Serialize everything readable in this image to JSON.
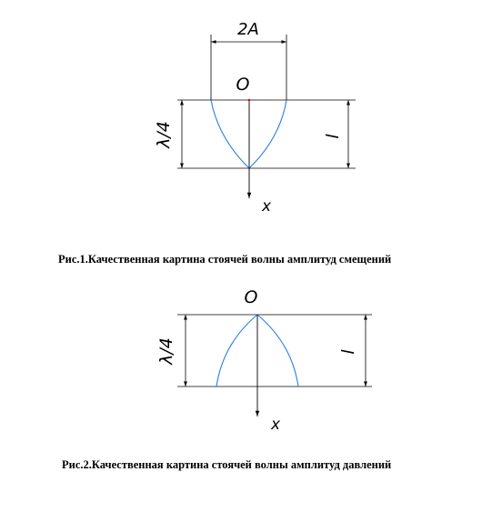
{
  "figure1": {
    "width_label": "2A",
    "origin_label": "O",
    "left_dim_label": "λ/4",
    "right_dim_label": "l",
    "axis_label": "x",
    "caption": "Рис.1.Качественная картина стоячей волны амплитуд смещений",
    "curve_color": "#2a7de1",
    "origin_color": "#d00000"
  },
  "figure2": {
    "origin_label": "O",
    "left_dim_label": "λ/4",
    "right_dim_label": "l",
    "axis_label": "x",
    "caption": "Рис.2.Качественная картина стоячей волны амплитуд давлений",
    "curve_color": "#2a7de1"
  }
}
